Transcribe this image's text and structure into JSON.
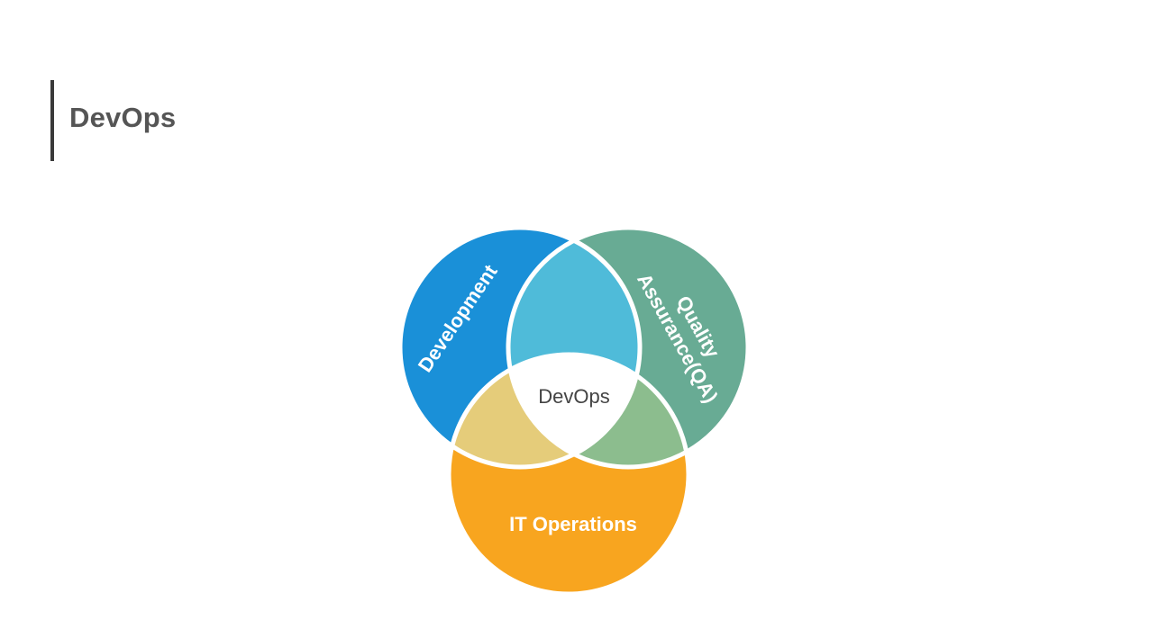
{
  "slide": {
    "title": "DevOps"
  },
  "diagram": {
    "type": "venn",
    "sets": {
      "development": {
        "label": "Development",
        "color": "#1a90d8"
      },
      "qa": {
        "label_line1": "Quality",
        "label_line2": "Assurance(QA)",
        "color": "#68ab94"
      },
      "operations": {
        "label": "IT Operations",
        "color": "#f8a51f"
      }
    },
    "intersections": {
      "dev_qa": {
        "color": "#4fbbd9"
      },
      "dev_ops": {
        "color": "#e5cc7a"
      },
      "qa_ops": {
        "color": "#8cbd8e"
      },
      "center": {
        "label": "DevOps",
        "color": "#ffffff"
      }
    },
    "separator_color": "#ffffff"
  }
}
